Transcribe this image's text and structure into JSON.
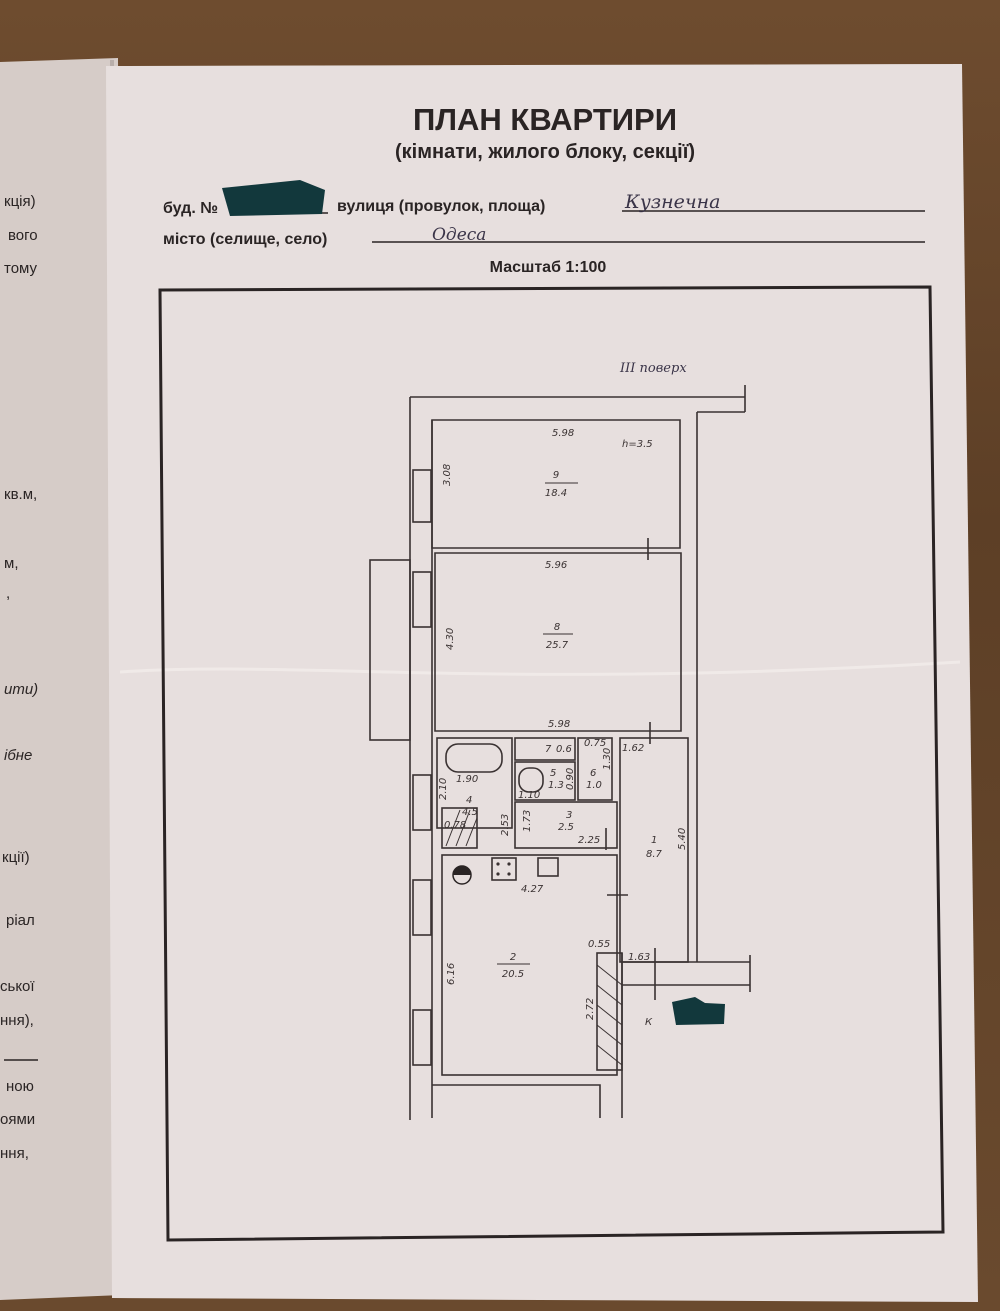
{
  "left_page": {
    "fragments": [
      "кція)",
      "вого",
      "тому",
      "кв.м,",
      "м,",
      ",",
      "ити)",
      "ібне",
      "кції)",
      "ріал",
      "ської",
      "ння),",
      "ною",
      "оями",
      "ння,"
    ]
  },
  "header": {
    "title": "ПЛАН КВАРТИРИ",
    "subtitle": "(кімнати, жилого блоку, секції)",
    "building_label": "буд. №",
    "street_label": "вулиця (провулок, площа)",
    "street_value": "Кузнечна",
    "city_label": "місто (селище, село)",
    "city_value": "Одеса",
    "scale": "Масштаб 1:100"
  },
  "plan": {
    "floor_note": "III поверх",
    "height_note": "h=3.5",
    "entrance_label": "К",
    "rooms": [
      {
        "number": "9",
        "area": "18.4"
      },
      {
        "number": "8",
        "area": "25.7"
      },
      {
        "number": "7",
        "area": "0.6"
      },
      {
        "number": "5",
        "area": "1.3"
      },
      {
        "number": "6",
        "area": "1.0"
      },
      {
        "number": "4",
        "area": "4.5"
      },
      {
        "number": "3",
        "area": "2.5"
      },
      {
        "number": "1",
        "area": "8.7"
      },
      {
        "number": "2",
        "area": "20.5"
      }
    ],
    "dimensions": [
      "5.98",
      "3.08",
      "5.96",
      "4.30",
      "5.98",
      "1.90",
      "2.10",
      "1.62",
      "0.75",
      "1.30",
      "0.90",
      "1.10",
      "2.53",
      "1.73",
      "0.78",
      "2.25",
      "5.40",
      "4.27",
      "6.16",
      "0.55",
      "1.63",
      "2.72"
    ]
  },
  "colors": {
    "wood": "#6e4c2f",
    "paper": "#e7dfde",
    "ink": "#2a2424",
    "redaction": "#12383c"
  }
}
